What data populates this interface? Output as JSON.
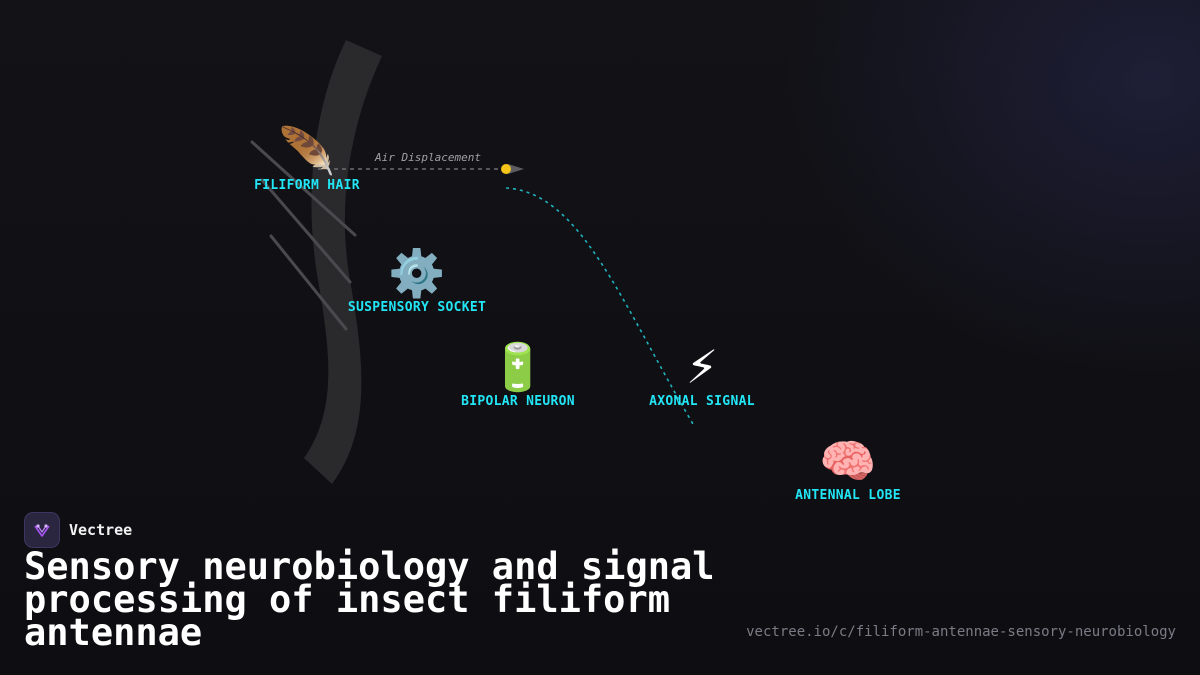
{
  "brand": {
    "name": "Vectree",
    "logo_icon": "vectree-logo-icon",
    "accent": "#a855f7"
  },
  "title": "Sensory neurobiology and signal processing of insect filiform antennae",
  "url": "vectree.io/c/filiform-antennae-sensory-neurobiology",
  "diagram": {
    "arrow_label": "Air Displacement",
    "nodes": [
      {
        "id": "filiform-hair",
        "icon": "feather-icon",
        "emoji": "🪶",
        "label": "FILIFORM HAIR"
      },
      {
        "id": "suspensory-socket",
        "icon": "gear-icon",
        "emoji": "⚙️",
        "label": "SUSPENSORY SOCKET"
      },
      {
        "id": "bipolar-neuron",
        "icon": "battery-icon",
        "emoji": "🔋",
        "label": "BIPOLAR NEURON"
      },
      {
        "id": "axonal-signal",
        "icon": "lightning-icon",
        "emoji": "⚡",
        "label": "AXONAL SIGNAL"
      },
      {
        "id": "antennal-lobe",
        "icon": "brain-icon",
        "emoji": "🧠",
        "label": "ANTENNAL LOBE"
      }
    ],
    "colors": {
      "label": "#22e5f5",
      "signal_path": "#1fb3bd",
      "particle": "#f5c518"
    }
  }
}
